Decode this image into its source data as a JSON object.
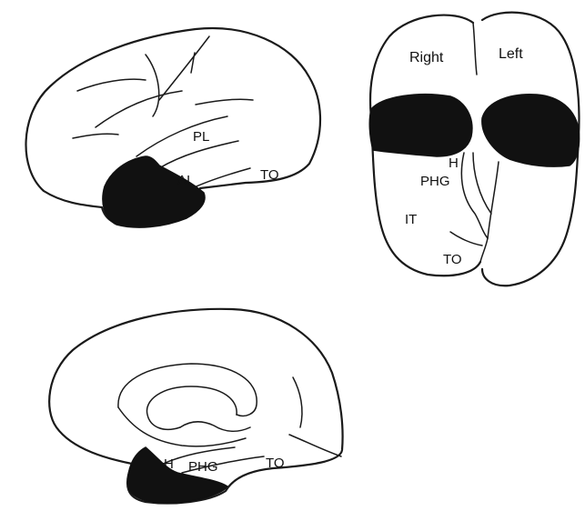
{
  "lateral_view": {
    "labels": {
      "pl": "PL",
      "ai": "AI",
      "to": "TO"
    },
    "lesion_color": "#111111"
  },
  "ventral_view": {
    "labels": {
      "right": "Right",
      "left": "Left",
      "h": "H",
      "phg": "PHG",
      "it": "IT",
      "to": "TO"
    },
    "lesion_color": "#111111"
  },
  "medial_view": {
    "labels": {
      "h": "H",
      "phg": "PHG",
      "to": "TO"
    },
    "lesion_color": "#111111"
  }
}
